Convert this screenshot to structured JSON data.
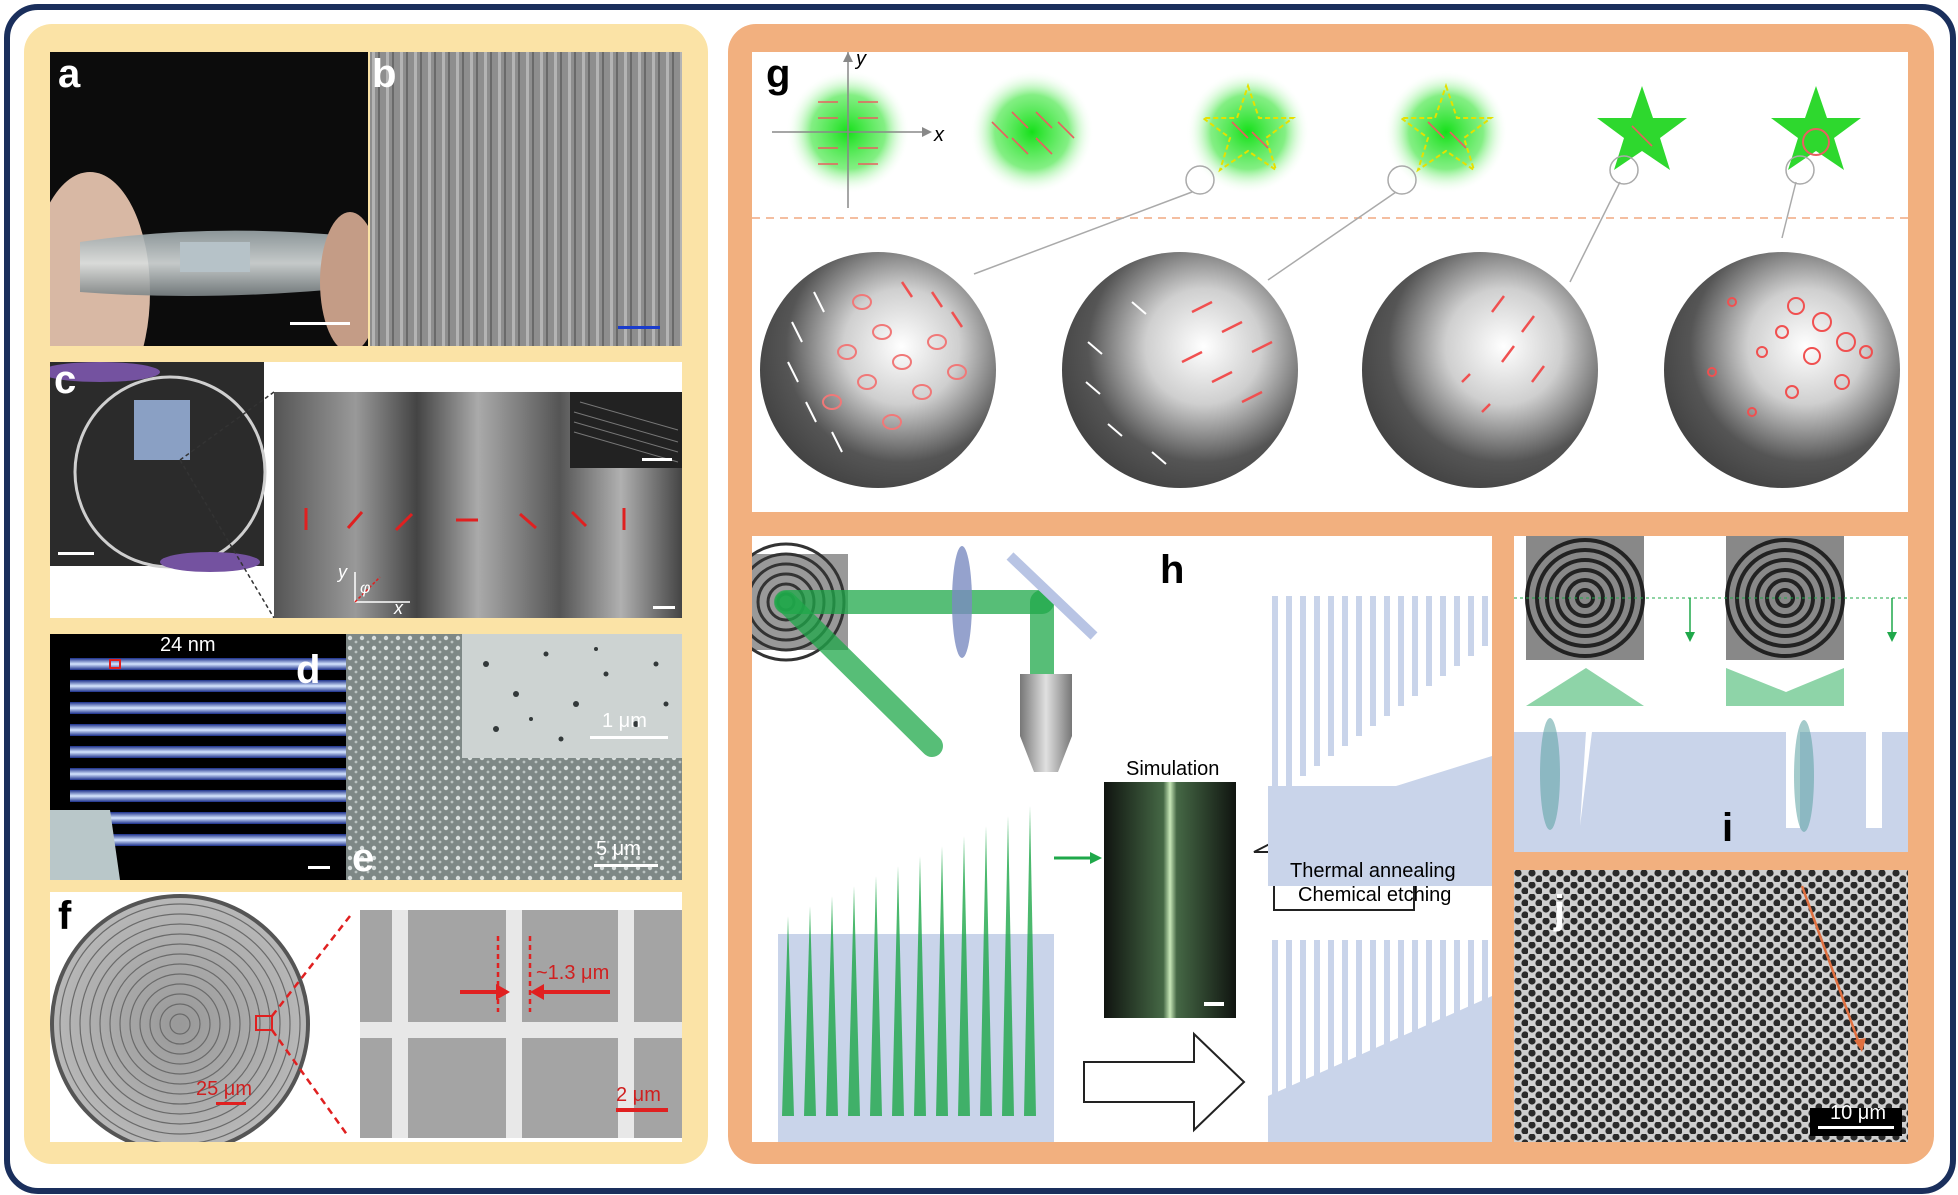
{
  "panels": {
    "a": {
      "label": "a"
    },
    "b": {
      "label": "b"
    },
    "c": {
      "label": "c",
      "axis_y": "y",
      "axis_x": "x",
      "angle": "φ"
    },
    "d": {
      "label": "d",
      "scale": "24 nm"
    },
    "e": {
      "label": "e",
      "scale_inset": "1 μm",
      "scale_main": "5 μm"
    },
    "f": {
      "label": "f",
      "scale_left": "25 μm",
      "gap": "~1.3 μm",
      "scale_right": "2 μm"
    },
    "g": {
      "label": "g",
      "axis_y": "y",
      "axis_x": "x"
    },
    "h": {
      "label": "h",
      "simulation": "Simulation",
      "process_line1": "Thermal annealing",
      "process_line2": "Chemical etching"
    },
    "i": {
      "label": "i"
    },
    "j": {
      "label": "j",
      "scale": "10 μm"
    }
  },
  "colors": {
    "frame": "#1a2f5c",
    "left_bg": "#fbe3a6",
    "right_bg": "#f2b07f",
    "laser_green": "#1fa84a",
    "mark_red": "#e02020",
    "substrate_blue": "#c9d4ea"
  }
}
